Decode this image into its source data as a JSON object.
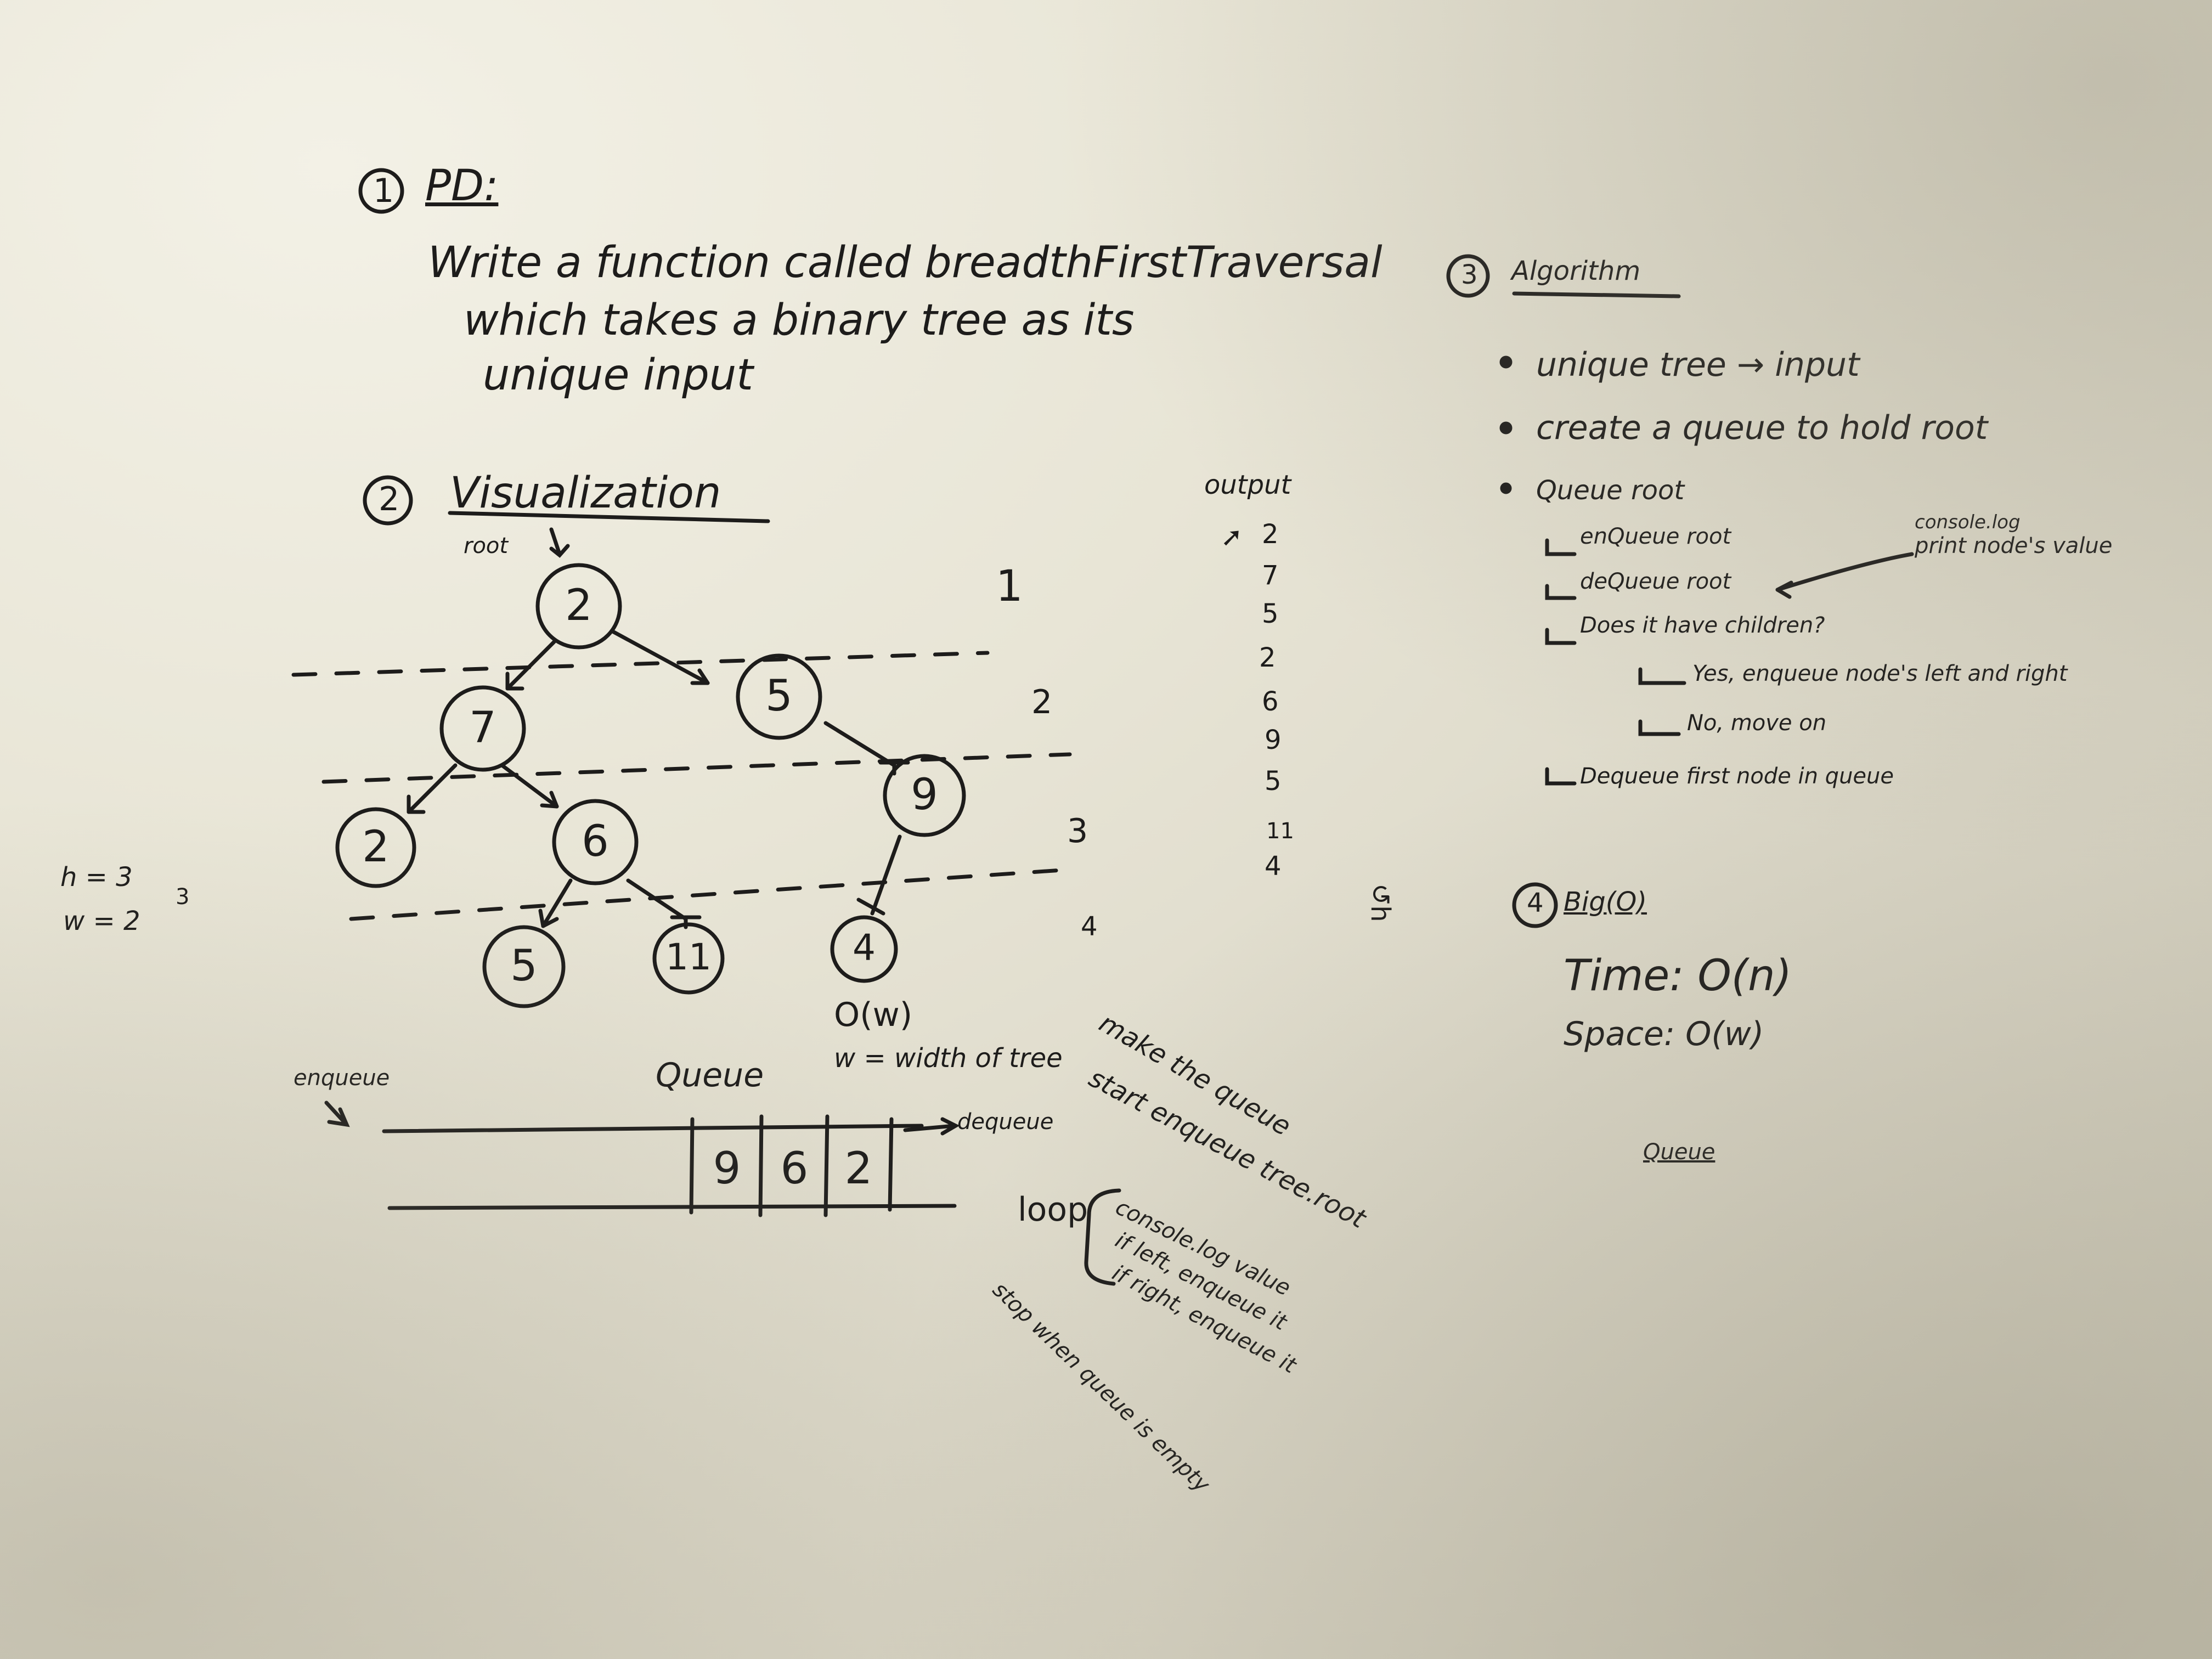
{
  "problem": {
    "number": "1",
    "heading": "PD:",
    "lines": [
      "Write a function called breadthFirstTraversal",
      "which takes a binary tree as its",
      "unique input"
    ]
  },
  "visualization": {
    "number": "2",
    "heading": "Visualization",
    "root_label": "root",
    "tree": {
      "root": "2",
      "level2": [
        "7",
        "5"
      ],
      "level3": [
        "2",
        "6",
        "9"
      ],
      "level4": [
        "5",
        "11",
        "4"
      ]
    },
    "level_numbers": [
      "1",
      "2",
      "3",
      "4"
    ],
    "height_width": [
      "h = 3",
      "w = 2"
    ],
    "exponent": "3",
    "big_o_note": "O(w)",
    "width_note": "w = width of tree"
  },
  "output": {
    "heading": "output",
    "values": [
      "2",
      "7",
      "5",
      "2",
      "6",
      "9",
      "5",
      "11",
      "4"
    ]
  },
  "queue_diagram": {
    "title": "Queue",
    "enqueue_label": "enqueue",
    "dequeue_label": "dequeue",
    "cells": [
      "9",
      "6",
      "2"
    ]
  },
  "notes": {
    "make_queue": "make the queue",
    "start": "start enqueue tree.root",
    "loop_label": "loop",
    "loop_steps": [
      "console.log value",
      "if left, enqueue it",
      "if right, enqueue it"
    ],
    "stop": "stop when queue is empty"
  },
  "algorithm": {
    "number": "3",
    "heading": "Algorithm",
    "bullets": [
      "unique tree → input",
      "create a queue to hold root",
      "Queue root"
    ],
    "steps": [
      "enQueue root",
      "deQueue root",
      "Does it have children?",
      "Yes, enqueue node's left and right",
      "No, move on",
      "Dequeue first node in queue"
    ],
    "side_note": [
      "console.log",
      "print node's value"
    ]
  },
  "big_o": {
    "number": "4",
    "heading": "Big(O)",
    "time": "Time: O(n)",
    "space": "Space: O(w)",
    "queue_note": "Queue"
  },
  "colors": {
    "ink": "#1d1c1b",
    "board": "#e8e5d6"
  }
}
